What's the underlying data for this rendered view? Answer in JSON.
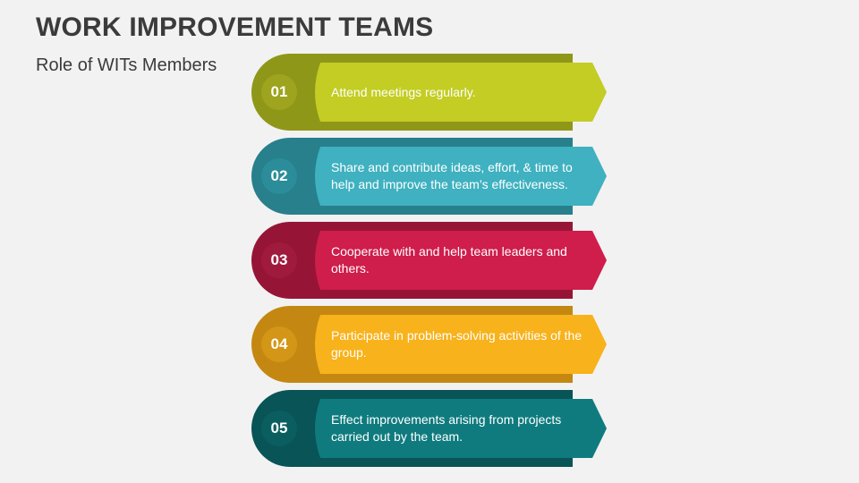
{
  "title": "WORK IMPROVEMENT TEAMS",
  "subtitle": "Role of WITs Members",
  "steps": [
    {
      "number": "01",
      "text": "Attend meetings regularly.",
      "color": "#c3cd23",
      "dark": "#8f9719",
      "circle": "#9ea41d"
    },
    {
      "number": "02",
      "text": "Share and contribute ideas, effort, & time to help and improve the team’s effectiveness.",
      "color": "#3fb1c0",
      "dark": "#27808c",
      "circle": "#2b8d99"
    },
    {
      "number": "03",
      "text": "Cooperate with and help team leaders and others.",
      "color": "#cf1d4c",
      "dark": "#961536",
      "circle": "#a01a3e"
    },
    {
      "number": "04",
      "text": "Participate in problem-solving activities of the group.",
      "color": "#f8b21b",
      "dark": "#c48812",
      "circle": "#d49616"
    },
    {
      "number": "05",
      "text": "Effect improvements arising from projects carried out by the team.",
      "color": "#0f7b7e",
      "dark": "#095456",
      "circle": "#0b5e60"
    }
  ]
}
